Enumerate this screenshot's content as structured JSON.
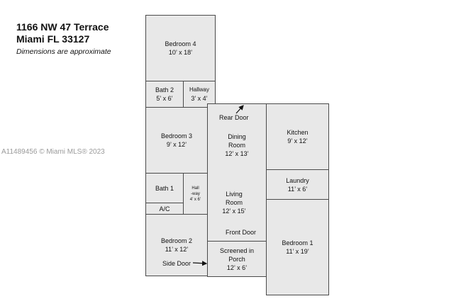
{
  "header": {
    "address_line1": "1166 NW 47 Terrace",
    "address_line2": "Miami FL 33127",
    "note": "Dimensions are approximate"
  },
  "watermark": "A11489456 © Miami MLS® 2023",
  "rooms": {
    "bedroom4": {
      "name": "Bedroom 4",
      "dims": "10’ x 18’"
    },
    "bath2": {
      "name": "Bath 2",
      "dims": "5’ x 6’"
    },
    "hallway": {
      "name": "Hallway",
      "dims": "3’ x 4’"
    },
    "bedroom3": {
      "name": "Bedroom 3",
      "dims": "9’ x 12’"
    },
    "bath1": {
      "name": "Bath 1"
    },
    "hallway_small": {
      "name_line1": "Hall",
      "name_line2": "-way",
      "dims": "4’ x 6’"
    },
    "ac": {
      "name": "A/C"
    },
    "bedroom2": {
      "name": "Bedroom 2",
      "dims": "11’ x 12’"
    },
    "dining": {
      "name_line1": "Dining",
      "name_line2": "Room",
      "dims": "12’ x 13’"
    },
    "living": {
      "name_line1": "Living",
      "name_line2": "Room",
      "dims": "12’ x 15’"
    },
    "screened": {
      "name_line1": "Screened in",
      "name_line2": "Porch",
      "dims": "12’ x 6’"
    },
    "kitchen": {
      "name": "Kitchen",
      "dims": "9’ x 12’"
    },
    "laundry": {
      "name": "Laundry",
      "dims": "11’ x 6’"
    },
    "bedroom1": {
      "name": "Bedroom 1",
      "dims": "11’ x 19’"
    }
  },
  "doors": {
    "rear": "Rear Door",
    "front": "Front Door",
    "side": "Side Door"
  }
}
